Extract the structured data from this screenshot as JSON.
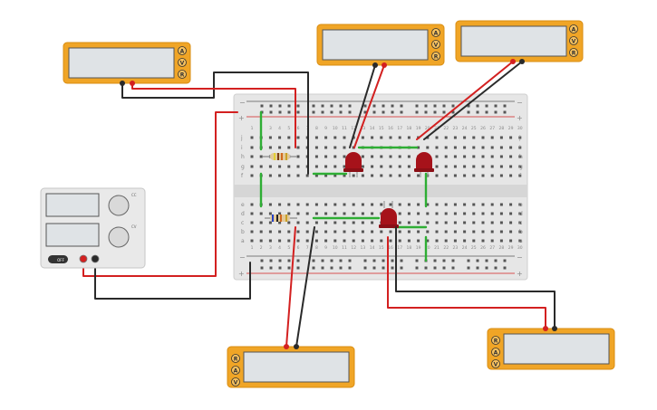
{
  "breadboard": {
    "columns": [
      "1",
      "2",
      "3",
      "4",
      "5",
      "6",
      "7",
      "8",
      "9",
      "10",
      "11",
      "12",
      "13",
      "14",
      "15",
      "16",
      "17",
      "18",
      "19",
      "20",
      "21",
      "22",
      "23",
      "24",
      "25",
      "26",
      "27",
      "28",
      "29",
      "30"
    ],
    "rows_top": [
      "j",
      "i",
      "h",
      "g",
      "f"
    ],
    "rows_bottom": [
      "e",
      "d",
      "c",
      "b",
      "a"
    ],
    "rail_minus": "−",
    "rail_plus": "+"
  },
  "multimeters": {
    "m1": {
      "modes": [
        "A",
        "V",
        "R"
      ]
    },
    "m2": {
      "modes": [
        "A",
        "V",
        "R"
      ]
    },
    "m3": {
      "modes": [
        "A",
        "V",
        "R"
      ]
    },
    "m4": {
      "modes": [
        "R",
        "A",
        "V"
      ]
    },
    "m5": {
      "modes": [
        "R",
        "A",
        "V"
      ]
    }
  },
  "power_supply": {
    "knob1_label": "CC",
    "knob2_label": "CV",
    "brand": "",
    "switch_label": "OFF"
  },
  "colors": {
    "meter_body": "#f0a526",
    "meter_screen": "#dfe3e6",
    "wire_red": "#d32020",
    "wire_black": "#2a2a2a",
    "wire_green": "#2eae34",
    "led": "#a6121a",
    "breadboard": "#e8e8e8"
  }
}
